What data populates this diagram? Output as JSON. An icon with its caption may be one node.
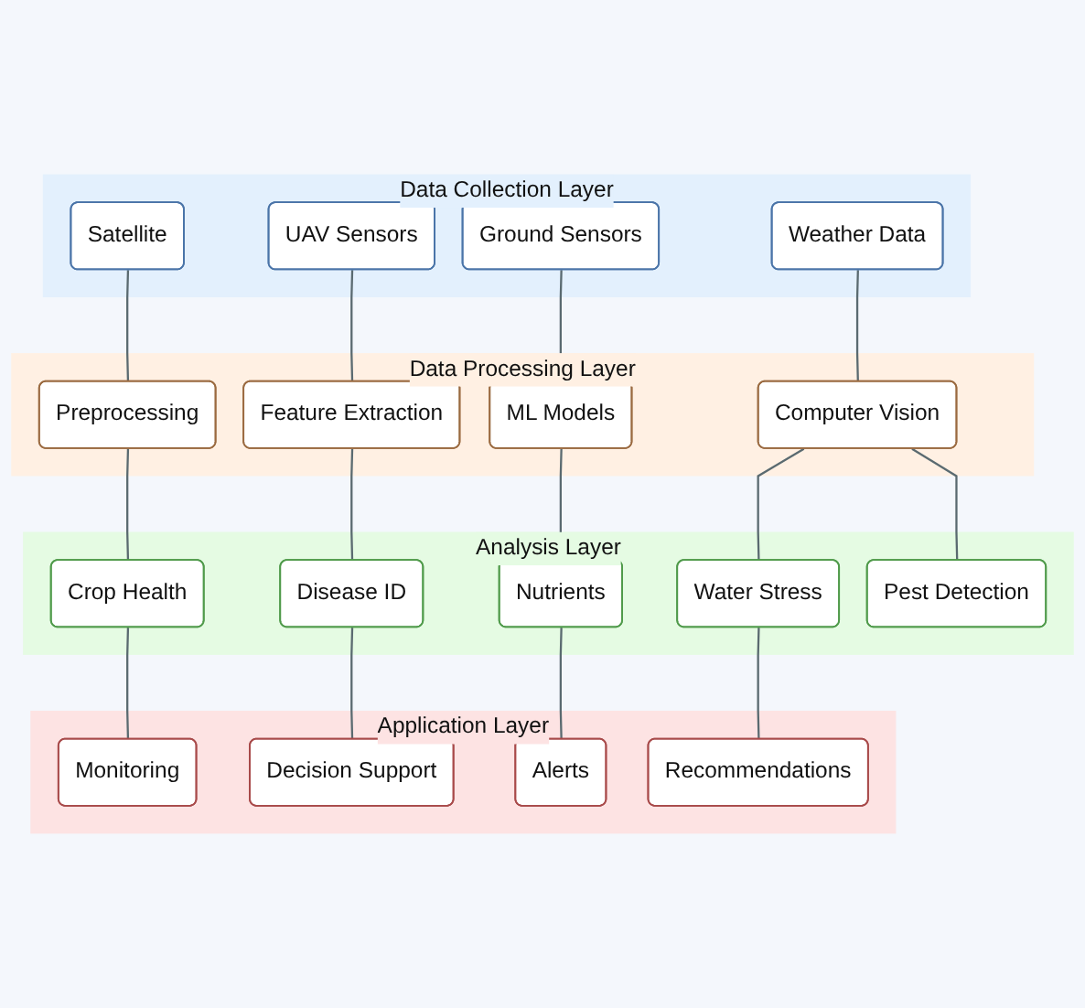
{
  "diagram": {
    "nodes": [
      {
        "text": [
          "Data Collection Layer"
        ]
      },
      {
        "text": [
          "Satellite"
        ],
        "in": 0
      },
      {
        "text": [
          "UAV Sensors"
        ],
        "in": 0
      },
      {
        "text": [
          "Ground Sensors"
        ],
        "in": 0
      },
      {
        "text": [
          "Weather Data"
        ],
        "in": 0
      },
      {
        "text": [
          "Data Processing Layer"
        ]
      },
      {
        "text": [
          "Preprocessing"
        ],
        "in": 5
      },
      {
        "text": [
          "Feature Extraction"
        ],
        "in": 5
      },
      {
        "text": [
          "ML Models"
        ],
        "in": 5
      },
      {
        "text": [
          "Computer Vision"
        ],
        "in": 5
      },
      {
        "text": [
          "Analysis Layer"
        ]
      },
      {
        "text": [
          "Crop Health"
        ],
        "in": 10
      },
      {
        "text": [
          "Disease ID"
        ],
        "in": 10
      },
      {
        "text": [
          "Nutrients"
        ],
        "in": 10
      },
      {
        "text": [
          "Water Stress"
        ],
        "in": 10
      },
      {
        "text": [
          "Pest Detection"
        ],
        "in": 10
      },
      {
        "text": [
          "Application Layer"
        ]
      },
      {
        "text": [
          "Monitoring"
        ],
        "in": 16
      },
      {
        "text": [
          "Decision Support"
        ],
        "in": 16
      },
      {
        "text": [
          "Alerts"
        ],
        "in": 16
      },
      {
        "text": [
          "Recommendations"
        ],
        "in": 16
      }
    ],
    "edges": [
      {
        "from": 1,
        "to": 6,
        "arrow": "none"
      },
      {
        "from": 2,
        "to": 7,
        "arrow": "none"
      },
      {
        "from": 3,
        "to": 8,
        "arrow": "none"
      },
      {
        "from": 4,
        "to": 9,
        "arrow": "none"
      },
      {
        "from": 6,
        "to": 11,
        "arrow": "none"
      },
      {
        "from": 7,
        "to": 12,
        "arrow": "none"
      },
      {
        "from": 8,
        "to": 13,
        "arrow": "none"
      },
      {
        "from": 9,
        "to": 14,
        "arrow": "none"
      },
      {
        "from": 9,
        "to": 15,
        "arrow": "none"
      },
      {
        "from": 11,
        "to": 17,
        "arrow": "none"
      },
      {
        "from": 12,
        "to": 18,
        "arrow": "none"
      },
      {
        "from": 13,
        "to": 19,
        "arrow": "none"
      },
      {
        "from": 14,
        "to": 20,
        "arrow": "none"
      }
    ]
  }
}
